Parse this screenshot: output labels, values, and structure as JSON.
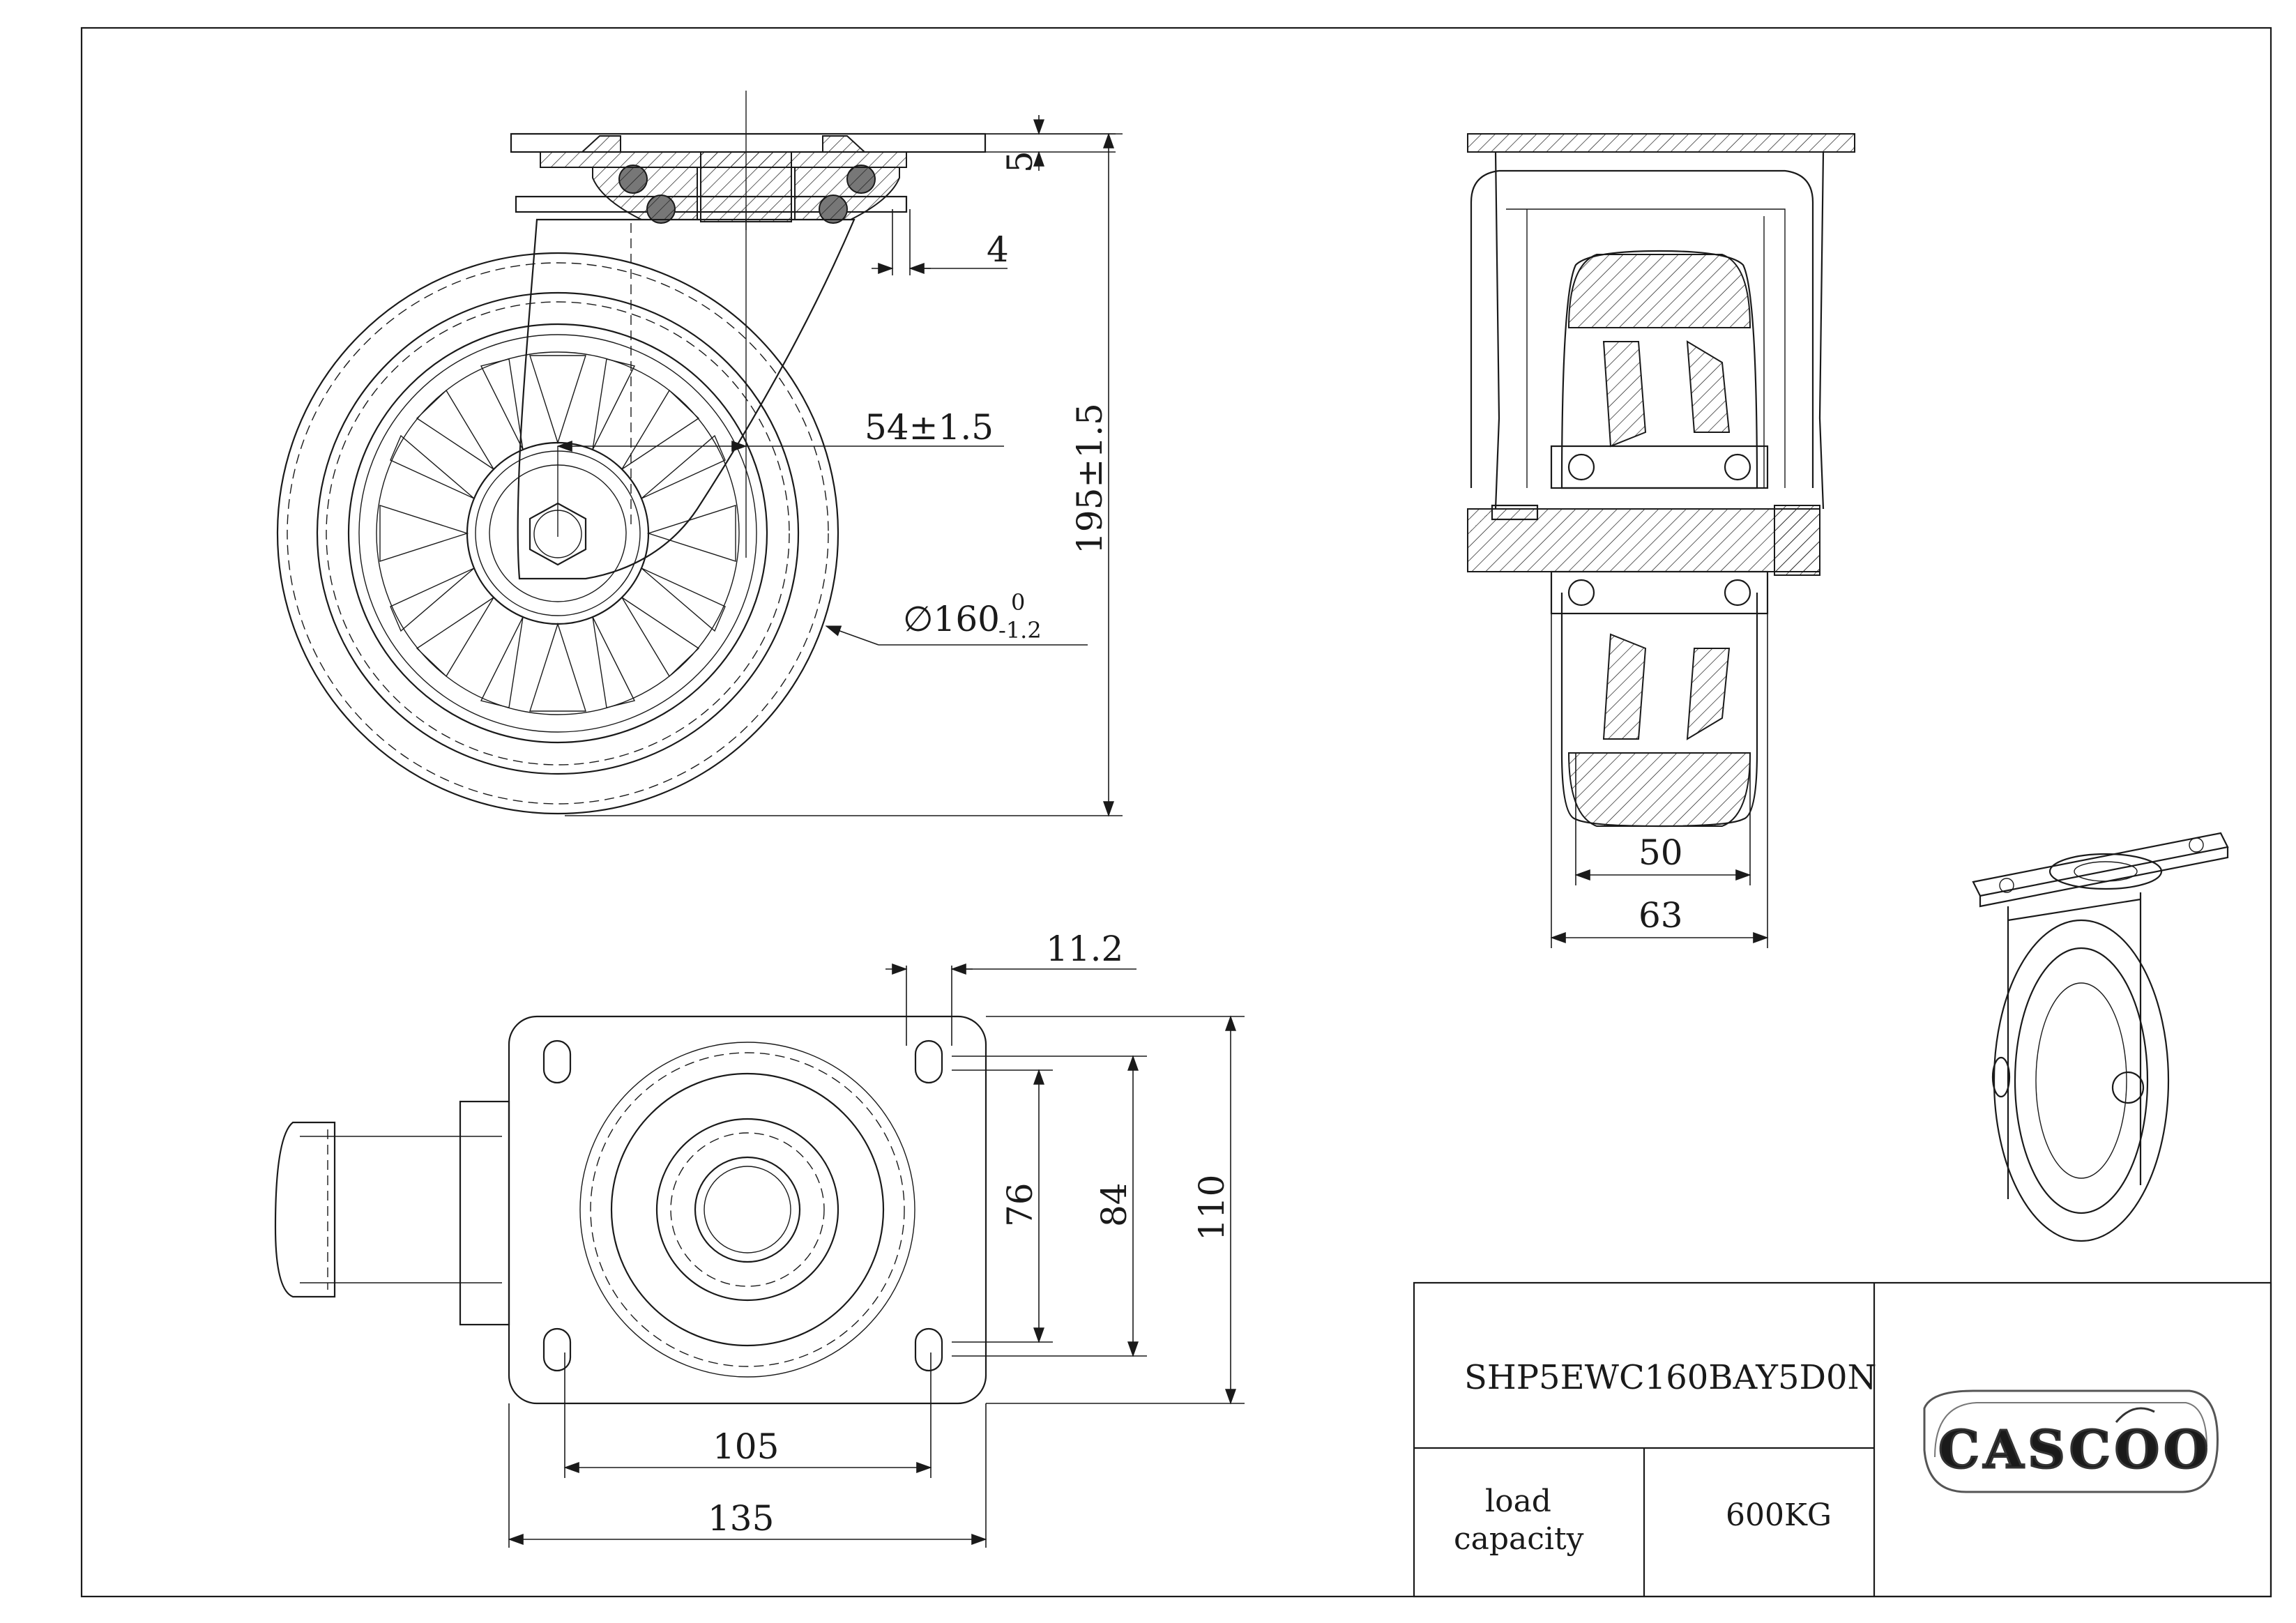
{
  "dimensions": {
    "plate_thickness": "5",
    "offset_4": "4",
    "swivel_offset": "54±1.5",
    "overall_height": "195±1.5",
    "wheel_diameter_main": "∅160",
    "wheel_diameter_tol_upper": "0",
    "wheel_diameter_tol_lower": "-1.2",
    "tread_width": "50",
    "overall_width": "63",
    "hole_offset": "11.2",
    "hole_spacing_short": "76",
    "hole_spacing_mid": "84",
    "plate_width": "110",
    "hole_spacing_long": "105",
    "plate_length": "135"
  },
  "title_block": {
    "part_number": "SHP5EWC160BAY5D0N",
    "load_label_line1": "load",
    "load_label_line2": "capacity",
    "load_value": "600KG",
    "logo_text": "CASCOO"
  }
}
